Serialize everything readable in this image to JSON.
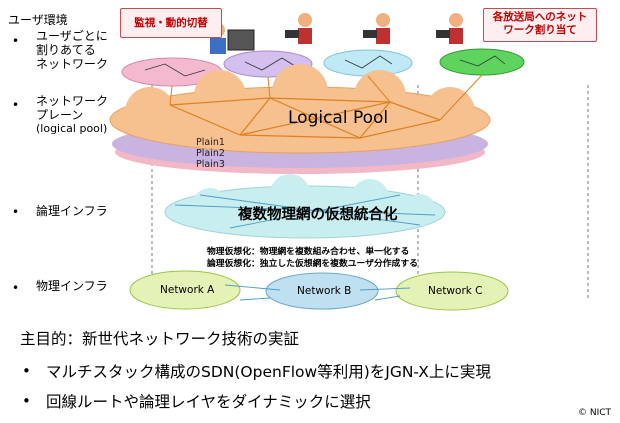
{
  "left_labels": {
    "user_env": "ユーザ環境",
    "per_user_net": [
      "ユーザごとに",
      "割りあてる",
      "ネットワーク"
    ],
    "network_plane": [
      "ネットワーク",
      "プレーン",
      "(logical pool)"
    ],
    "logical_infra": "論理インフラ",
    "physical_infra": "物理インフラ"
  },
  "bullet_glyph": "•",
  "callouts": {
    "monitor": "監視・動的切替",
    "broadcast": [
      "各放送局へのネット",
      "ワーク割り当て"
    ]
  },
  "logical_pool": {
    "title": "Logical Pool",
    "plains": [
      "Plain1",
      "Plain2",
      "Plain3"
    ]
  },
  "virtual_integration": "複数物理網の仮想統合化",
  "virtualization_notes": [
    "物理仮想化：物理網を複数組み合わせ、単一化する",
    "論理仮想化：独立した仮想網を複数ユーザ分作成する"
  ],
  "networks": [
    "Network A",
    "Network B",
    "Network C"
  ],
  "bottom": {
    "main_purpose": "主目的：新世代ネットワーク技術の実証",
    "bullets": [
      "マルチスタック構成のSDN(OpenFlow等利用)をJGN-X上に実現",
      "回線ルートや論理レイヤをダイナミックに選択"
    ]
  },
  "copyright": "© NICT",
  "colors": {
    "pool_orange": "#f7c08f",
    "plain_purple": "#c9b3e0",
    "plain_pink": "#f2b8c6",
    "logical_cloud": "#c8eef0",
    "physical_cloud": "#e4f2b6",
    "net_b_cloud": "#bfe0f0",
    "user_net_pink": "#f5b9cf",
    "user_net_lavender": "#d4bfef",
    "user_net_cyan": "#bfeaf5",
    "user_net_green": "#5ed35e",
    "mesh_orange": "#e08020",
    "callout_red": "#c00000"
  }
}
